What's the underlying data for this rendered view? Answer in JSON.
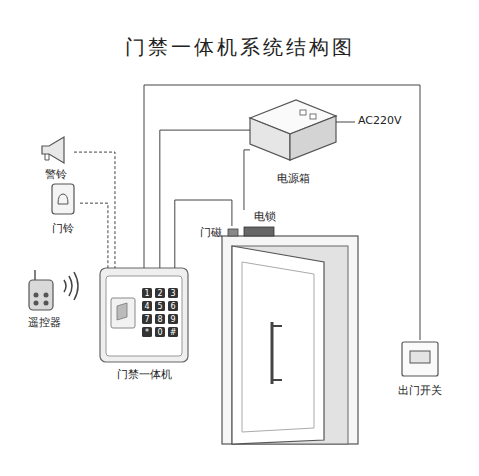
{
  "diagram": {
    "title": "门禁一体机系统结构图",
    "nodes": [
      {
        "text": [
          "警铃"
        ]
      },
      {
        "text": [
          "门铃"
        ]
      },
      {
        "text": [
          "遥控器"
        ]
      },
      {
        "text": [
          "门禁一体机"
        ]
      },
      {
        "text": [
          "电源箱"
        ]
      },
      {
        "text": [
          "电锁"
        ]
      },
      {
        "text": [
          "门磁"
        ]
      },
      {
        "text": [
          "出门开关"
        ]
      }
    ],
    "edges": [
      {
        "from": 0,
        "to": 3,
        "arrow": "none"
      },
      {
        "from": 1,
        "to": 3,
        "arrow": "none"
      },
      {
        "from": 3,
        "to": 4,
        "arrow": "none"
      },
      {
        "from": 4,
        "to": 5,
        "arrow": "none"
      },
      {
        "from": 3,
        "to": 6,
        "arrow": "none"
      },
      {
        "from": 3,
        "to": 7,
        "arrow": "none"
      }
    ],
    "labels": [
      "AC220V",
      "1",
      "2",
      "3",
      "4",
      "5",
      "6",
      "7",
      "8",
      "9",
      "*",
      "0",
      "#"
    ]
  }
}
